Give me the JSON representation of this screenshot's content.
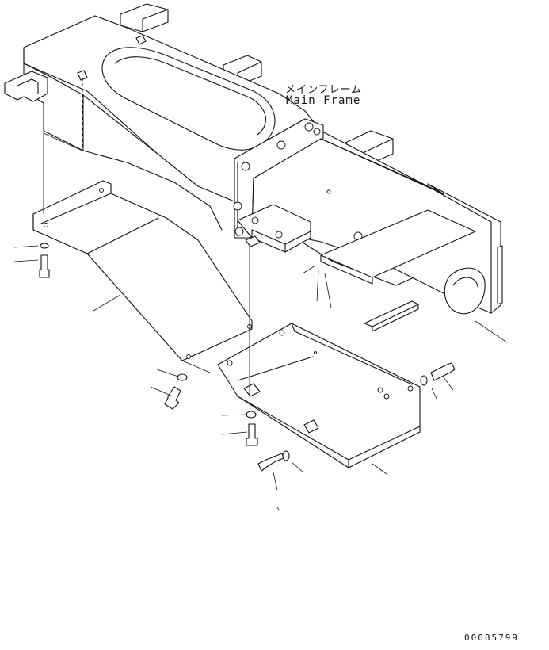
{
  "frame_label": {
    "japanese": "メインフレーム",
    "english": "Main Frame"
  },
  "reference_number": "00085799"
}
